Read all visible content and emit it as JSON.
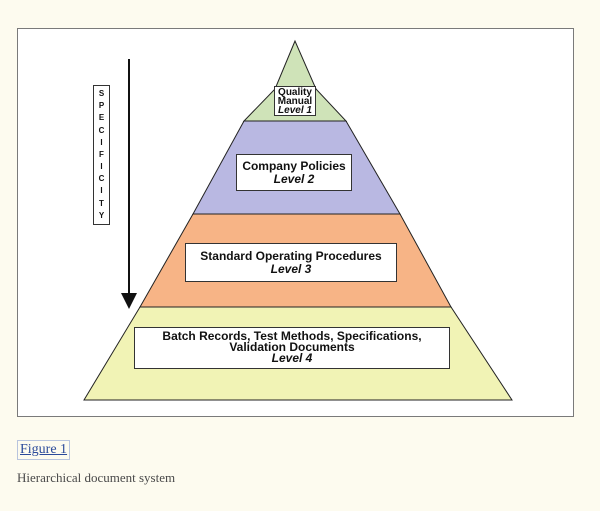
{
  "figure": {
    "levels": [
      {
        "title_lines": [
          "Quality",
          "Manual"
        ],
        "level": "Level 1",
        "color": "#cfe3b8"
      },
      {
        "title_lines": [
          "Company Policies"
        ],
        "level": "Level 2",
        "color": "#b9b8e2"
      },
      {
        "title_lines": [
          "Standard Operating Procedures"
        ],
        "level": "Level 3",
        "color": "#f7b486"
      },
      {
        "title_lines": [
          "Batch Records, Test Methods, Specifications,",
          "Validation Documents"
        ],
        "level": "Level 4",
        "color": "#f1f3b5"
      }
    ],
    "specificity_letters": [
      "S",
      "P",
      "E",
      "C",
      "I",
      "F",
      "I",
      "C",
      "I",
      "T",
      "Y"
    ]
  },
  "caption": {
    "link_text": "Figure 1",
    "text": "Hierarchical document system"
  },
  "colors": {
    "page_background": "#fdfbef",
    "link": "#2b4a9a"
  }
}
